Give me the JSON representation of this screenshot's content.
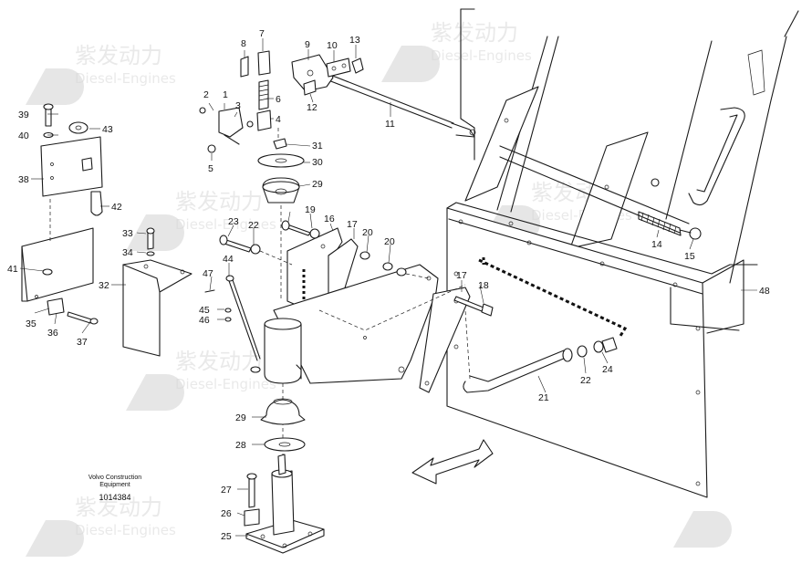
{
  "watermark": {
    "brand_cn": "紫发动力",
    "brand_en": "Diesel-Engines"
  },
  "credit": {
    "line1": "Volvo Construction",
    "line2": "Equipment",
    "drawing_number": "1014384"
  },
  "callouts": {
    "c1": "1",
    "c2": "2",
    "c3": "3",
    "c4": "4",
    "c5": "5",
    "c6": "6",
    "c7": "7",
    "c8": "8",
    "c9": "9",
    "c10": "10",
    "c11": "11",
    "c12": "12",
    "c13": "13",
    "c14": "14",
    "c15": "15",
    "c16": "16",
    "c17a": "17",
    "c17b": "17",
    "c18": "18",
    "c19": "19",
    "c20a": "20",
    "c20b": "20",
    "c21": "21",
    "c22a": "22",
    "c22b": "22",
    "c23": "23",
    "c24": "24",
    "c25": "25",
    "c26": "26",
    "c27": "27",
    "c28": "28",
    "c29a": "29",
    "c29b": "29",
    "c30": "30",
    "c31": "31",
    "c32": "32",
    "c33": "33",
    "c34": "34",
    "c35": "35",
    "c36": "36",
    "c37": "37",
    "c38": "38",
    "c39": "39",
    "c40": "40",
    "c41": "41",
    "c42": "42",
    "c43": "43",
    "c44": "44",
    "c45": "45",
    "c46": "46",
    "c47": "47",
    "c48": "48"
  }
}
